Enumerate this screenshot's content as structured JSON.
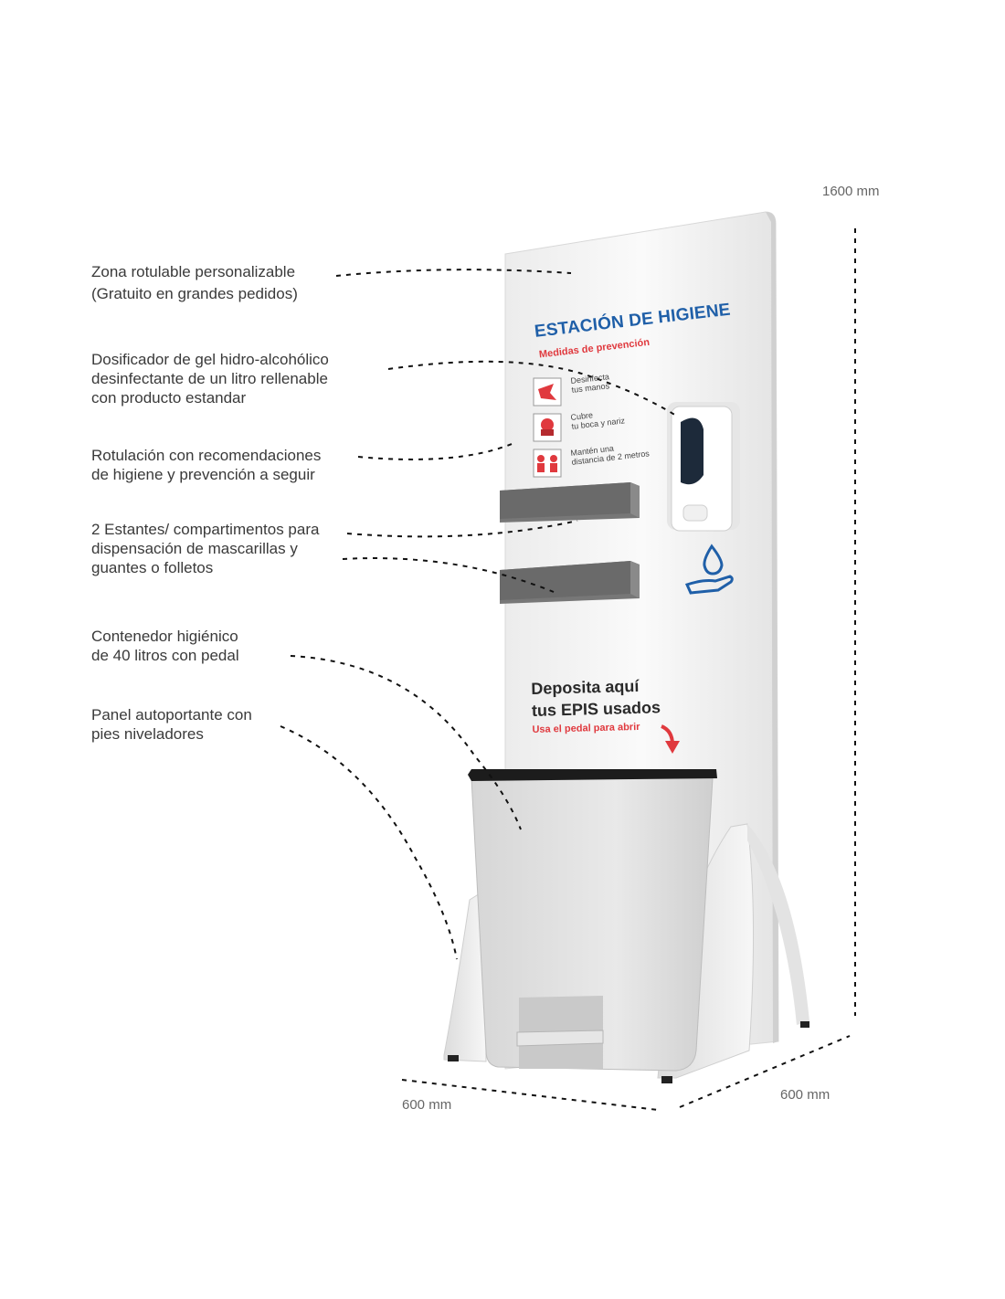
{
  "annotations": {
    "zona": [
      "Zona rotulable personalizable",
      "(Gratuito en grandes pedidos)"
    ],
    "dosificador": [
      "Dosificador de gel hidro-alcohólico",
      "desinfectante de un litro rellenable",
      "con producto estandar"
    ],
    "rotulacion": [
      "Rotulación con recomendaciones",
      "de higiene y prevención a seguir"
    ],
    "estantes": [
      "2 Estantes/ compartimentos para",
      "dispensación de mascarillas y",
      "guantes o folletos"
    ],
    "contenedor": [
      "Contenedor higiénico",
      "de 40 litros con pedal"
    ],
    "panel": [
      "Panel autoportante con",
      "pies niveladores"
    ]
  },
  "dimensions": {
    "height": "1600 mm",
    "width": "600 mm",
    "depth": "600 mm"
  },
  "sign": {
    "title": "ESTACIÓN DE HIGIENE",
    "subtitle": "Medidas de prevención",
    "items": [
      [
        "Desinfecta",
        "tus manos"
      ],
      [
        "Cubre",
        "tu boca y nariz"
      ],
      [
        "Mantén una",
        "distancia de 2 metros"
      ]
    ],
    "deposit_line1": "Deposita aquí",
    "deposit_line2": "tus EPIS usados",
    "deposit_hint": "Usa el pedal para abrir"
  },
  "colors": {
    "title_blue": "#1f5fa8",
    "accent_red": "#e0393e",
    "panel_white": "#f4f4f4",
    "shelf_gray": "#6e6e6e"
  }
}
